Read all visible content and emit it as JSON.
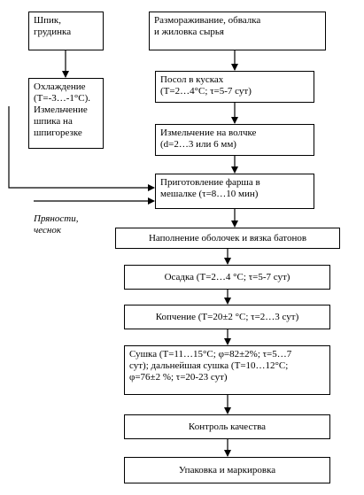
{
  "nodes": {
    "bacon": "Шпик,\nгрудинка",
    "thaw": "Размораживание, обвалка\nи жиловка сырья",
    "cooling": "Охлаждение\n(Т=-3…-1°С).\nИзмельчение\nшпика на\nшпигорезке",
    "salting": "Посол в кусках\n(Т=2…4°С; τ=5-7 сут)",
    "grinding": "Измельчение на волчке\n(d=2…3 или 6 мм)",
    "mincing": "Приготовление фарша в\nмешалке (τ=8…10 мин)",
    "filling": "Наполнение оболочек и вязка батонов",
    "settling": "Осадка (Т=2…4 °С; τ=5-7 сут)",
    "smoking": "Копчение (Т=20±2 °С; τ=2…3 сут)",
    "drying": "Сушка (Т=11…15°С;  φ=82±2%; τ=5…7\nсут); дальнейшая сушка (Т=10…12°С;\nφ=76±2 %; τ=20-23 сут)",
    "quality": "Контроль качества",
    "packing": "Упаковка и маркировка"
  },
  "notes": {
    "spices": "Пряности,\nчеснок"
  }
}
